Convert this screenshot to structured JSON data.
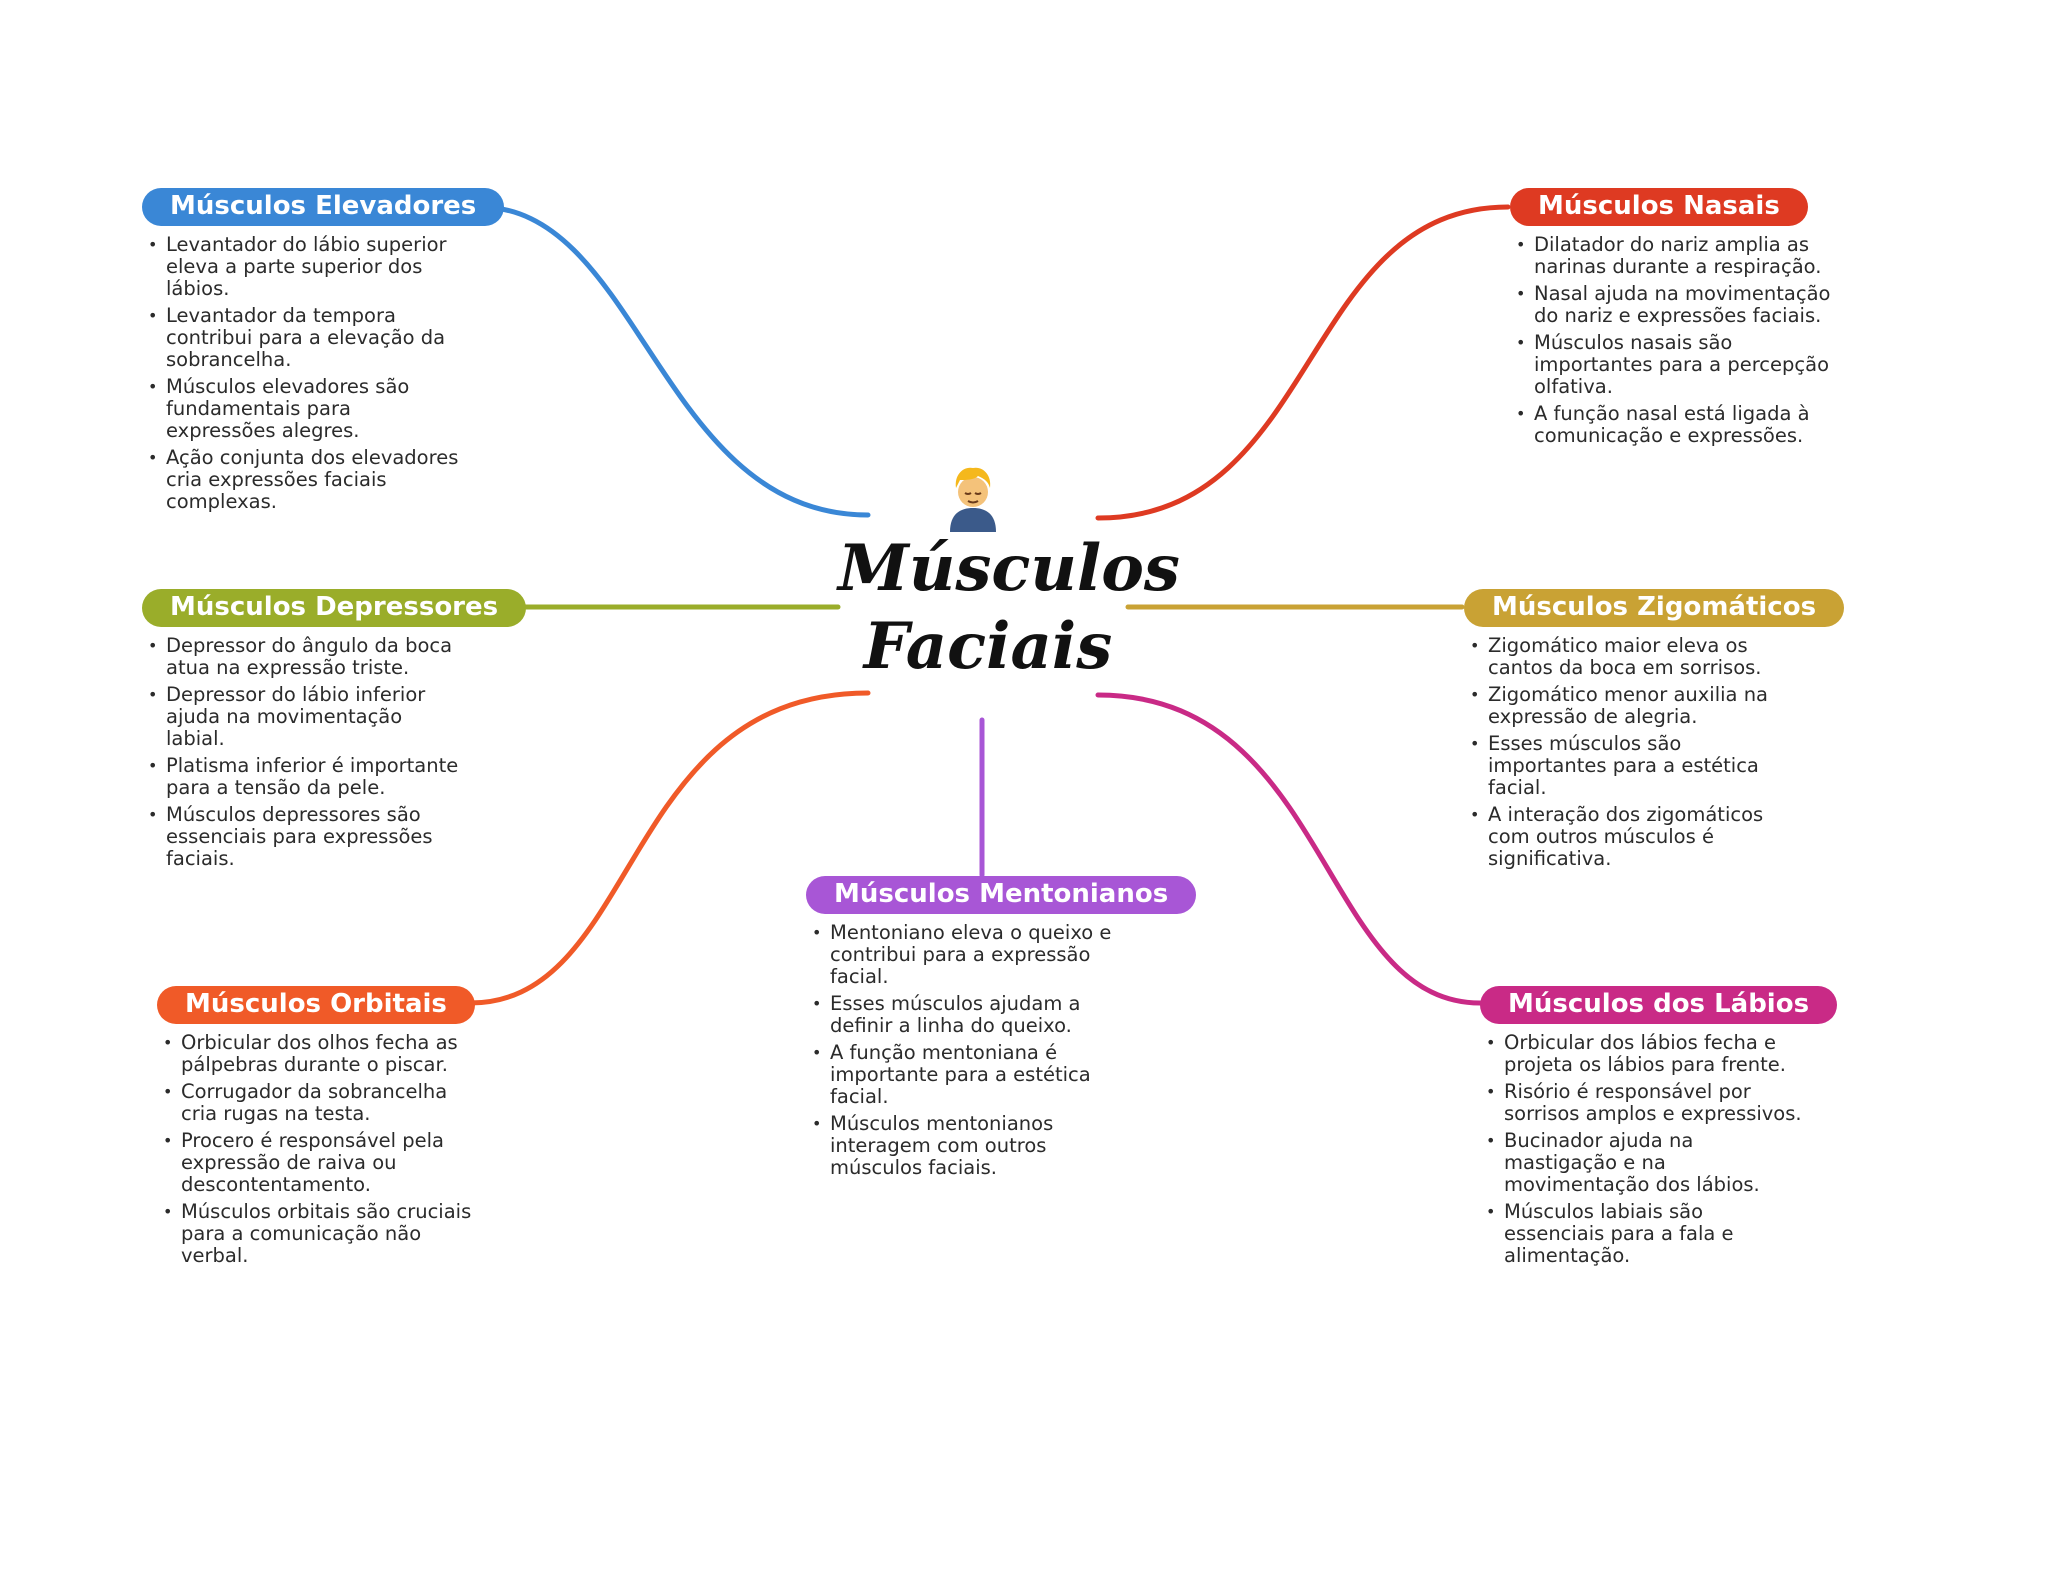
{
  "center": {
    "title_line1": "Músculos",
    "title_line2": "Faciais",
    "icon": "person-icon"
  },
  "branches": [
    {
      "id": "elevadores",
      "title": "Músculos Elevadores",
      "color": "#3a87d6",
      "points": [
        "Levantador do lábio superior eleva a parte superior dos lábios.",
        "Levantador da tempora contribui para a elevação da sobrancelha.",
        "Músculos elevadores são fundamentais para expressões alegres.",
        "Ação conjunta dos elevadores cria expressões faciais complexas."
      ]
    },
    {
      "id": "nasais",
      "title": "Músculos Nasais",
      "color": "#de3a22",
      "points": [
        "Dilatador do nariz amplia as narinas durante a respiração.",
        "Nasal ajuda na movimentação do nariz e expressões faciais.",
        "Músculos nasais são importantes para a percepção olfativa.",
        "A função nasal está ligada à comunicação e expressões."
      ]
    },
    {
      "id": "depressores",
      "title": "Músculos Depressores",
      "color": "#9aad2a",
      "points": [
        "Depressor do ângulo da boca atua na expressão triste.",
        "Depressor do lábio inferior ajuda na movimentação labial.",
        "Platisma inferior é importante para a tensão da pele.",
        "Músculos depressores são essenciais para expressões faciais."
      ]
    },
    {
      "id": "zigomaticos",
      "title": "Músculos Zigomáticos",
      "color": "#c9a234",
      "points": [
        "Zigomático maior eleva os cantos da boca em sorrisos.",
        "Zigomático menor auxilia na expressão de alegria.",
        "Esses músculos são importantes para a estética facial.",
        "A interação dos zigomáticos com outros músculos é significativa."
      ]
    },
    {
      "id": "mentonianos",
      "title": "Músculos Mentonianos",
      "color": "#a856d6",
      "points": [
        "Mentoniano eleva o queixo e contribui para a expressão facial.",
        "Esses músculos ajudam a definir a linha do queixo.",
        "A função mentoniana é importante para a estética facial.",
        "Músculos mentonianos interagem com outros músculos faciais."
      ]
    },
    {
      "id": "orbitais",
      "title": "Músculos Orbitais",
      "color": "#f05a28",
      "points": [
        "Orbicular dos olhos fecha as pálpebras durante o piscar.",
        "Corrugador da sobrancelha cria rugas na testa.",
        "Procero é responsável pela expressão de raiva ou descontentamento.",
        "Músculos orbitais são cruciais para a comunicação não verbal."
      ]
    },
    {
      "id": "labios",
      "title": "Músculos dos Lábios",
      "color": "#c92a86",
      "points": [
        "Orbicular dos lábios fecha e projeta os lábios para frente.",
        "Risório é responsável por sorrisos amplos e expressivos.",
        "Bucinador ajuda na mastigação e na movimentação dos lábios.",
        "Músculos labiais são essenciais para a fala e alimentação."
      ]
    }
  ]
}
